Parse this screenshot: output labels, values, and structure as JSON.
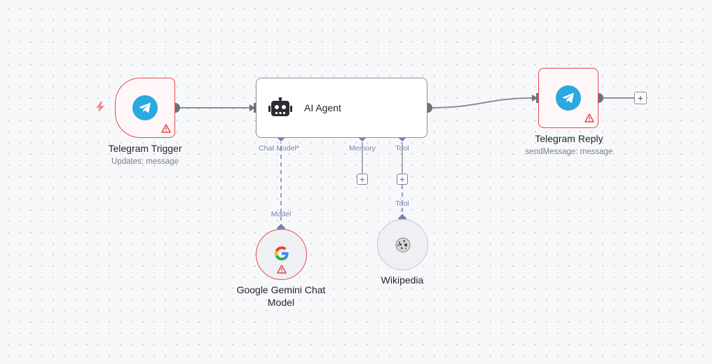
{
  "nodes": {
    "telegram_trigger": {
      "title": "Telegram Trigger",
      "subtitle": "Updates: message"
    },
    "ai_agent": {
      "title": "AI Agent",
      "ports": {
        "chat_model": "Chat Model",
        "chat_model_required": "*",
        "memory": "Memory",
        "tool": "Tool"
      }
    },
    "telegram_reply": {
      "title": "Telegram Reply",
      "subtitle": "sendMessage: message"
    },
    "gemini": {
      "title_line1": "Google Gemini Chat",
      "title_line2": "Model",
      "port": "Model"
    },
    "wikipedia": {
      "title": "Wikipedia",
      "port": "Tool"
    }
  },
  "icons": {
    "trigger": "lightning-bolt-icon",
    "telegram": "telegram-icon",
    "warning": "warning-triangle-icon",
    "agent": "robot-icon",
    "gemini": "google-g-icon",
    "wikipedia": "wikipedia-globe-icon",
    "add": "plus-icon"
  },
  "colors": {
    "error": "#e5484d",
    "telegram": "#2aa9e0",
    "ai_port": "#7d7fb0",
    "connection": "#8c8f96"
  },
  "plus_symbol": "+"
}
